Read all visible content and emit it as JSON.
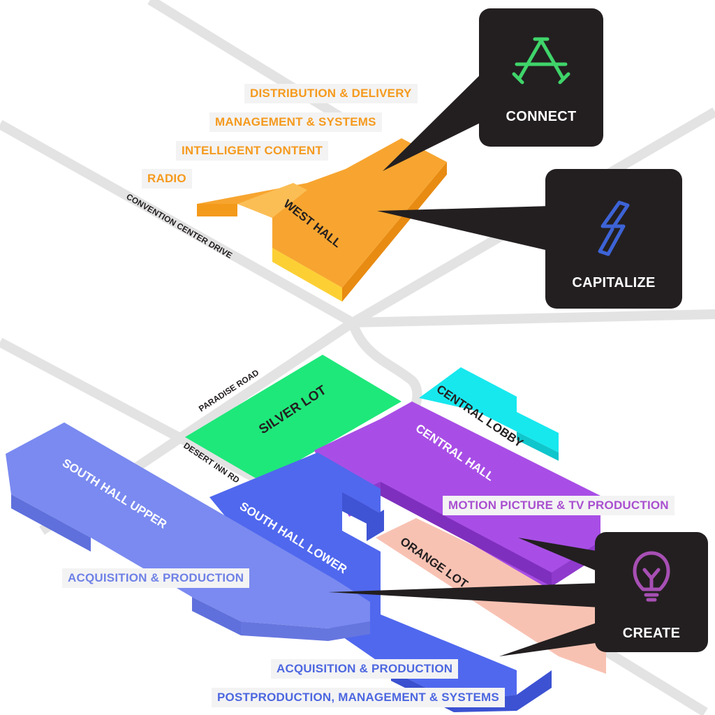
{
  "roads": {
    "convention_center_drive": "CONVENTION CENTER DRIVE",
    "paradise_road": "PARADISE ROAD",
    "desert_inn_rd": "DESERT INN RD"
  },
  "buildings": {
    "west_hall": "WEST HALL",
    "silver_lot": "SILVER LOT",
    "central_lobby": "CENTRAL LOBBY",
    "central_hall": "CENTRAL HALL",
    "south_hall_upper": "SOUTH HALL UPPER",
    "south_hall_lower": "SOUTH HALL LOWER",
    "orange_lot": "ORANGE LOT"
  },
  "west_hall_tags": [
    "DISTRIBUTION & DELIVERY",
    "MANAGEMENT & SYSTEMS",
    "INTELLIGENT CONTENT",
    "RADIO"
  ],
  "central_hall_tags": [
    "MOTION PICTURE & TV PRODUCTION"
  ],
  "south_upper_tags": [
    "ACQUISITION & PRODUCTION"
  ],
  "south_lower_tags": [
    "ACQUISITION & PRODUCTION",
    "POSTPRODUCTION, MANAGEMENT & SYSTEMS"
  ],
  "callouts": {
    "connect": {
      "label": "CONNECT",
      "icon": "connect-triangle-icon"
    },
    "capitalize": {
      "label": "CAPITALIZE",
      "icon": "lightning-bolt-icon"
    },
    "create": {
      "label": "CREATE",
      "icon": "lightbulb-icon"
    }
  },
  "colors": {
    "west_hall": "#f7a530",
    "silver_lot": "#1ee87a",
    "central_lobby": "#17e8ee",
    "central_hall": "#a84ee6",
    "south_hall_upper": "#7a8af0",
    "south_hall_lower": "#5068ee",
    "orange_lot": "#f8c2b3",
    "road": "#e3e3e4",
    "callout": "#231f20"
  }
}
